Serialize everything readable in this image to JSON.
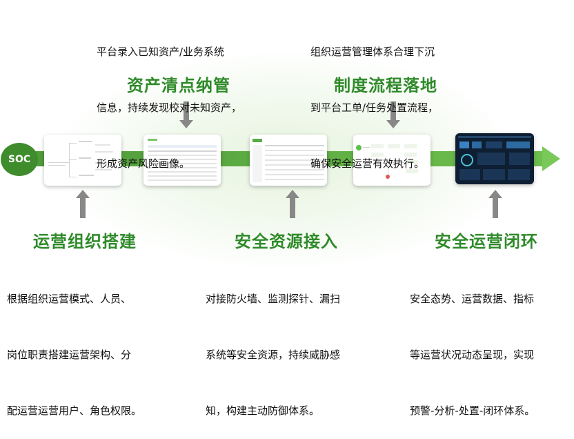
{
  "start_label": "SOC",
  "stages": [
    {
      "title": "运营组织搭建",
      "desc": [
        "根据组织运营模式、人员、",
        "岗位职责搭建运营架构、分",
        "配运营运营用户、角色权限。"
      ]
    },
    {
      "title": "资产清点纳管",
      "desc": [
        "平台录入已知资产/业务系统",
        "信息，持续发现校对未知资产，",
        "形成资产风险画像。"
      ]
    },
    {
      "title": "安全资源接入",
      "desc": [
        "对接防火墙、监测探针、漏扫",
        "系统等安全资源，持续威胁感",
        "知，构建主动防御体系。"
      ]
    },
    {
      "title": "制度流程落地",
      "desc": [
        "组织运营管理体系合理下沉",
        "到平台工单/任务处置流程，",
        "确保安全运营有效执行。"
      ]
    },
    {
      "title": "安全运营闭环",
      "desc": [
        "安全态势、运营数据、指标",
        "等运营状况动态呈现，实现",
        "预警-分析-处置-闭环体系。"
      ]
    }
  ],
  "colors": {
    "accent": "#2f8a2a",
    "band": "#5aa83f",
    "soc": "#3f8c2c"
  }
}
